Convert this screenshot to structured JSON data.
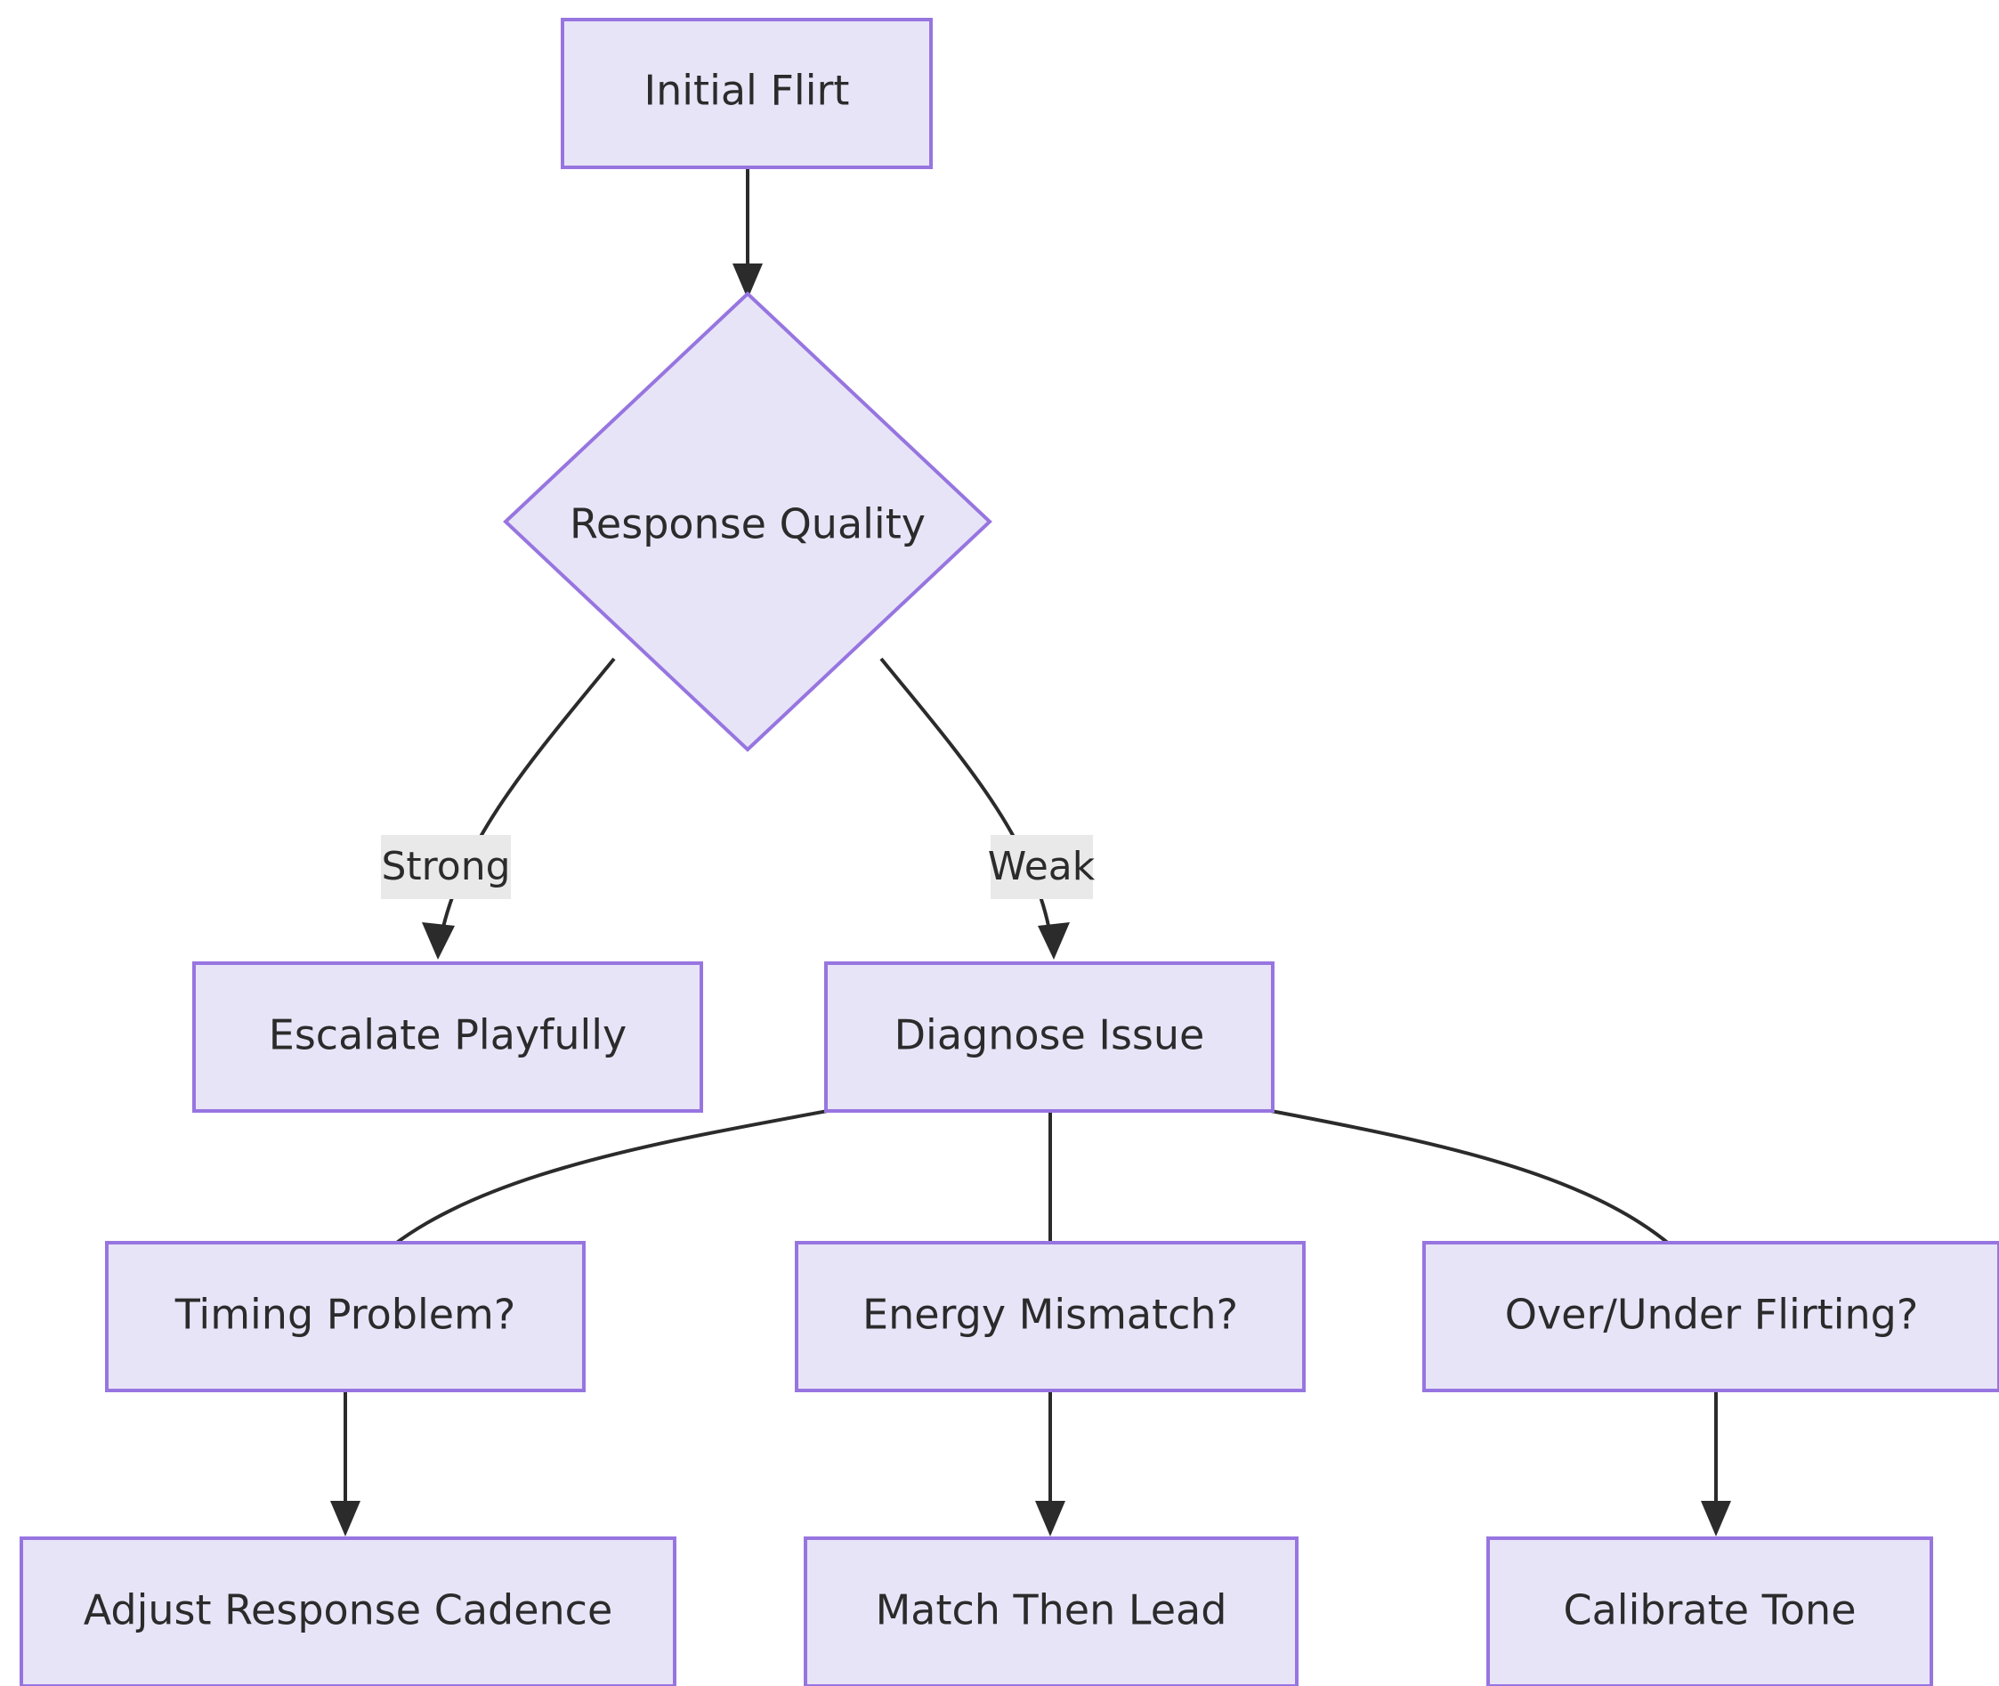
{
  "diagram": {
    "type": "flowchart",
    "direction": "top-down",
    "background_color": "#ffffff",
    "node_fill_color": "#e8e4f8",
    "node_border_color": "#9775e0",
    "node_text_color": "#2b2b2b",
    "edge_color": "#2b2b2b",
    "edge_label_bg_color": "#e9e9e9",
    "nodes": [
      {
        "id": "initial_flirt",
        "label": "Initial Flirt",
        "shape": "rectangle"
      },
      {
        "id": "response_quality",
        "label": "Response Quality",
        "shape": "diamond"
      },
      {
        "id": "escalate",
        "label": "Escalate Playfully",
        "shape": "rectangle"
      },
      {
        "id": "diagnose",
        "label": "Diagnose Issue",
        "shape": "rectangle"
      },
      {
        "id": "timing",
        "label": "Timing Problem?",
        "shape": "rectangle"
      },
      {
        "id": "energy",
        "label": "Energy Mismatch?",
        "shape": "rectangle"
      },
      {
        "id": "overunder",
        "label": "Over/Under Flirting?",
        "shape": "rectangle"
      },
      {
        "id": "cadence",
        "label": "Adjust Response Cadence",
        "shape": "rectangle"
      },
      {
        "id": "match_lead",
        "label": "Match Then Lead",
        "shape": "rectangle"
      },
      {
        "id": "calibrate",
        "label": "Calibrate Tone",
        "shape": "rectangle"
      }
    ],
    "edges": [
      {
        "from": "initial_flirt",
        "to": "response_quality",
        "label": ""
      },
      {
        "from": "response_quality",
        "to": "escalate",
        "label": "Strong"
      },
      {
        "from": "response_quality",
        "to": "diagnose",
        "label": "Weak"
      },
      {
        "from": "diagnose",
        "to": "timing",
        "label": ""
      },
      {
        "from": "diagnose",
        "to": "energy",
        "label": ""
      },
      {
        "from": "diagnose",
        "to": "overunder",
        "label": ""
      },
      {
        "from": "timing",
        "to": "cadence",
        "label": ""
      },
      {
        "from": "energy",
        "to": "match_lead",
        "label": ""
      },
      {
        "from": "overunder",
        "to": "calibrate",
        "label": ""
      }
    ],
    "edge_labels": {
      "strong": "Strong",
      "weak": "Weak"
    }
  }
}
